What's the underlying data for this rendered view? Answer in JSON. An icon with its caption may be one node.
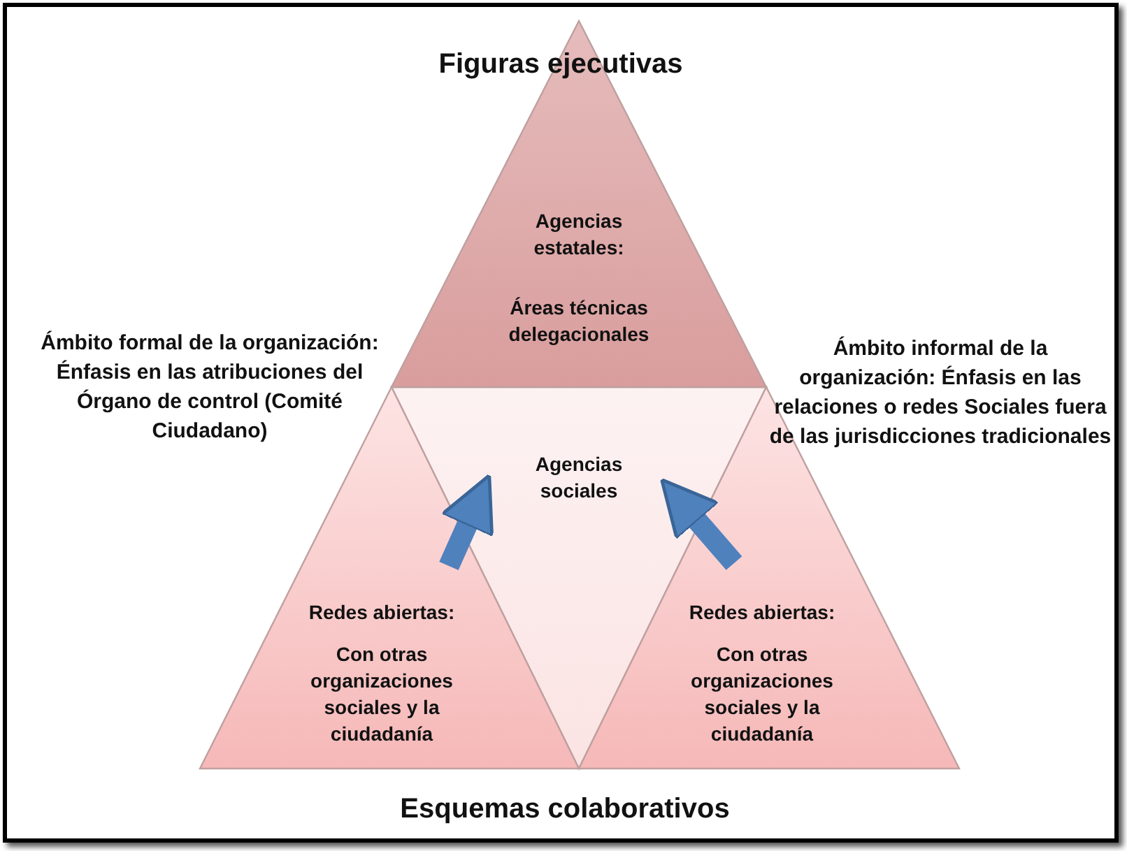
{
  "diagram": {
    "title": "Figuras ejecutivas",
    "nodes": [
      {
        "text": [
          "Agencias estatales:",
          "Áreas técnicas delegacionales"
        ]
      },
      {
        "text": [
          "Agencias sociales"
        ]
      },
      {
        "text": [
          "Redes abiertas:",
          "Con otras organizaciones sociales y la ciudadanía"
        ]
      },
      {
        "text": [
          "Redes abiertas:",
          "Con otras organizaciones sociales y la ciudadanía"
        ]
      }
    ],
    "edges": [
      {
        "from": 2,
        "to": 1,
        "arrow": "to"
      },
      {
        "from": 3,
        "to": 1,
        "arrow": "to"
      }
    ],
    "labels": [
      "Ámbito formal de la organización: Énfasis en las atribuciones del Órgano de control (Comité Ciudadano)",
      "Ámbito informal de la organización: Énfasis en las relaciones o redes Sociales fuera de las jurisdicciones tradicionales",
      "Esquemas colaborativos"
    ]
  }
}
